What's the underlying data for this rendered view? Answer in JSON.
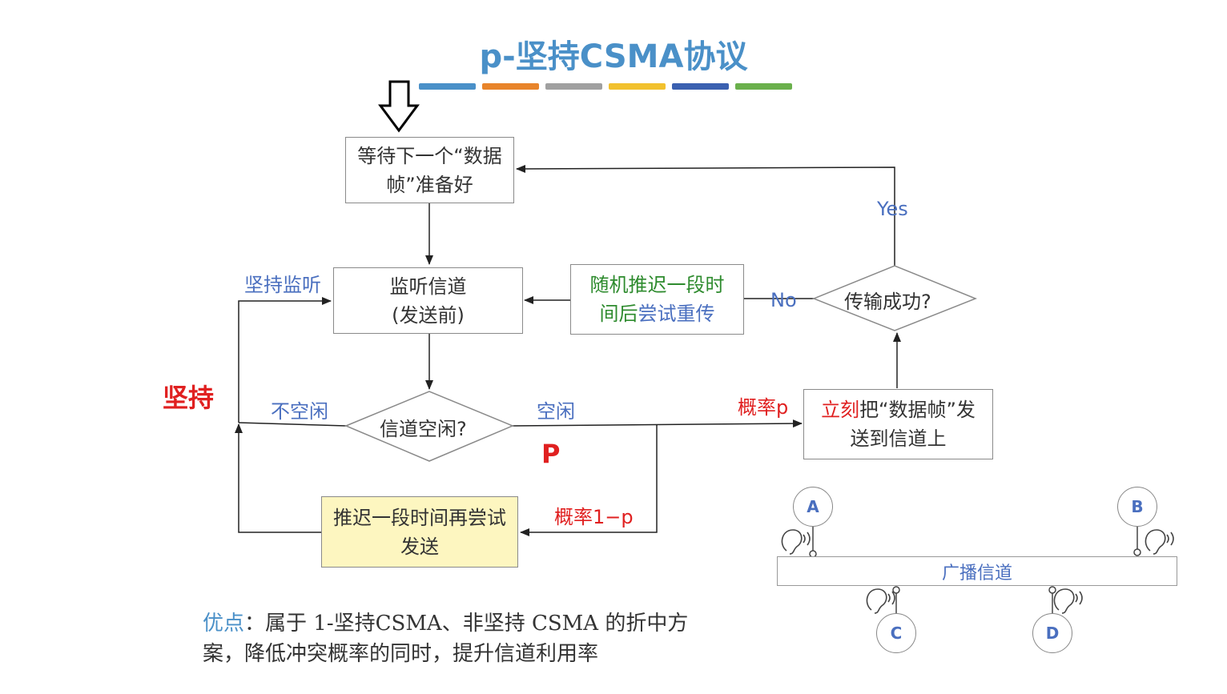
{
  "title": "p-坚持CSMA协议",
  "colors": [
    "#4a90c8",
    "#e8842a",
    "#a0a0a0",
    "#f2c12e",
    "#3a60b0",
    "#6ab04c"
  ],
  "boxes": {
    "wait": "等待下一个“数据帧”准备好",
    "listen_line1": "监听信道",
    "listen_line2": "(发送前)",
    "idle_q": "信道空闲?",
    "random_line1": "随机推迟一段时",
    "random_line2_a": "间后",
    "random_line2_b": "尝试重传",
    "success_q": "传输成功?",
    "send_a": "立刻",
    "send_b": "把“数据帧”发送到信道上",
    "delay": "推迟一段时间再尝试发送"
  },
  "labels": {
    "persist_listen": "坚持监听",
    "persist": "坚持",
    "not_idle": "不空闲",
    "idle": "空闲",
    "prob_p": "概率p",
    "p_big": "P",
    "prob_1p": "概率1−p",
    "yes": "Yes",
    "no": "No"
  },
  "network": {
    "channel": "广播信道",
    "nodes": [
      "A",
      "B",
      "C",
      "D"
    ]
  },
  "summary": {
    "label": "优点",
    "text": "：属于 1-坚持CSMA、非坚持 CSMA 的折中方案，降低冲突概率的同时，提升信道利用率"
  }
}
